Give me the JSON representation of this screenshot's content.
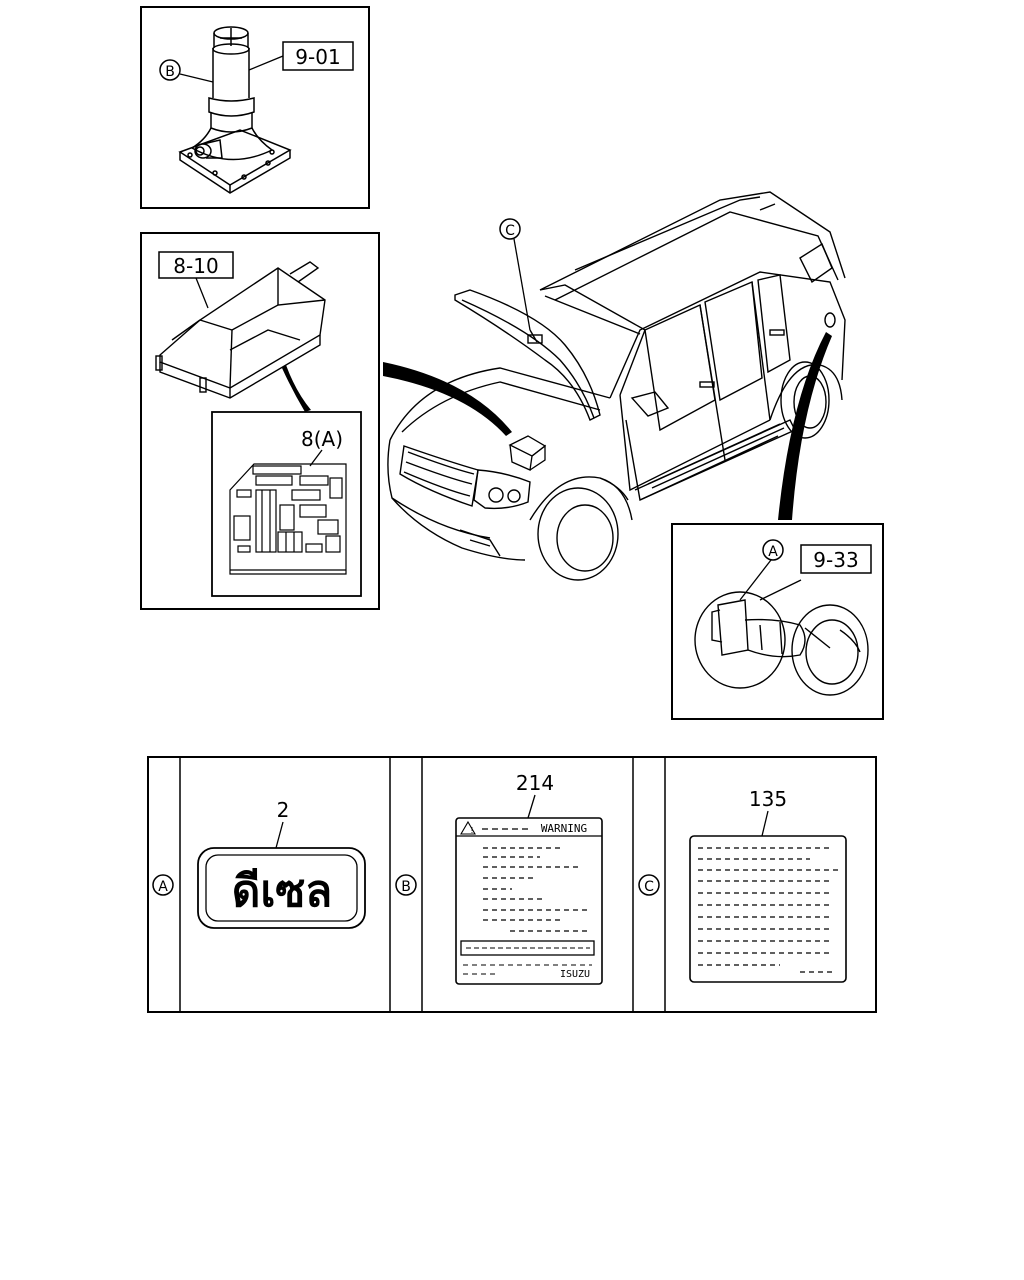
{
  "callouts": {
    "jack_ref": "9-01",
    "jack_marker": "B",
    "fusebox_ref": "8-10",
    "fusebox_label_ref": "8(A)",
    "hood_marker": "C",
    "fuel_ref": "9-33",
    "fuel_marker": "A"
  },
  "labels_table": {
    "cells": [
      {
        "marker": "A",
        "part_no": "2",
        "text": "ดีเซล"
      },
      {
        "marker": "B",
        "part_no": "214",
        "header": "WARNING",
        "footer": "ISUZU"
      },
      {
        "marker": "C",
        "part_no": "135"
      }
    ]
  }
}
